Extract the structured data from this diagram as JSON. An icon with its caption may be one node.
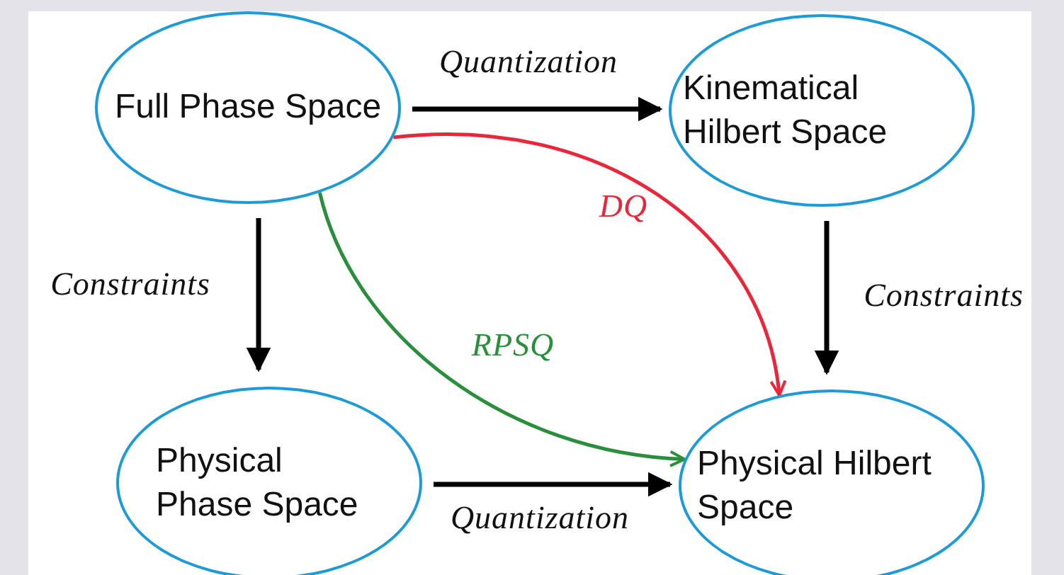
{
  "diagram": {
    "nodes": [
      {
        "text": [
          "Full Phase Space"
        ]
      },
      {
        "text": [
          "Kinematical Hilbert Space"
        ]
      },
      {
        "text": [
          "Physical Phase Space"
        ]
      },
      {
        "text": [
          "Physical Hilbert Space"
        ]
      }
    ],
    "edges": [
      {
        "from": 0,
        "to": 1,
        "arrow": "to",
        "label": "Quantization"
      },
      {
        "from": 0,
        "to": 2,
        "arrow": "to",
        "label": "Constraints"
      },
      {
        "from": 1,
        "to": 3,
        "arrow": "to",
        "label": "Constraints"
      },
      {
        "from": 2,
        "to": 3,
        "arrow": "to",
        "label": "Quantization"
      },
      {
        "from": 0,
        "to": 3,
        "arrow": "to",
        "label": "DQ",
        "color": "#e8283a"
      },
      {
        "from": 0,
        "to": 3,
        "arrow": "to",
        "label": "RPSQ",
        "color": "#2a8f3c"
      }
    ]
  }
}
